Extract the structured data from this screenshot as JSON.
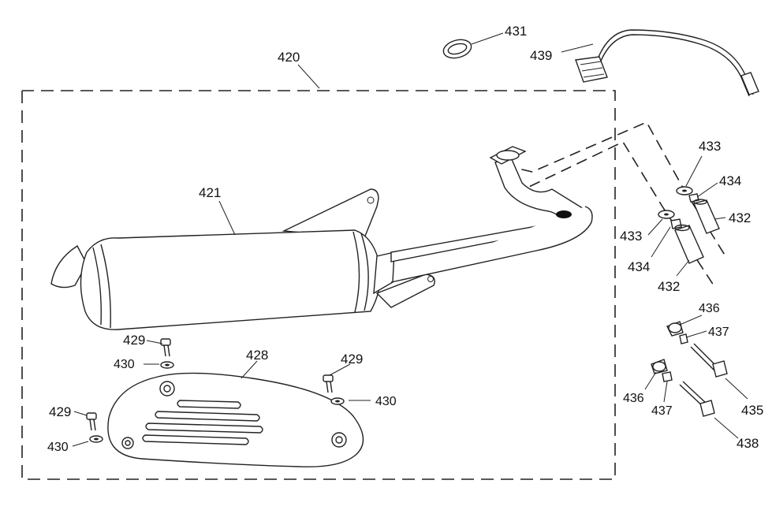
{
  "callouts": {
    "c420": "420",
    "c421": "421",
    "c428": "428",
    "c429": "429",
    "c430": "430",
    "c431": "431",
    "c432": "432",
    "c433": "433",
    "c434": "434",
    "c435": "435",
    "c436": "436",
    "c437": "437",
    "c438": "438",
    "c439": "439"
  }
}
